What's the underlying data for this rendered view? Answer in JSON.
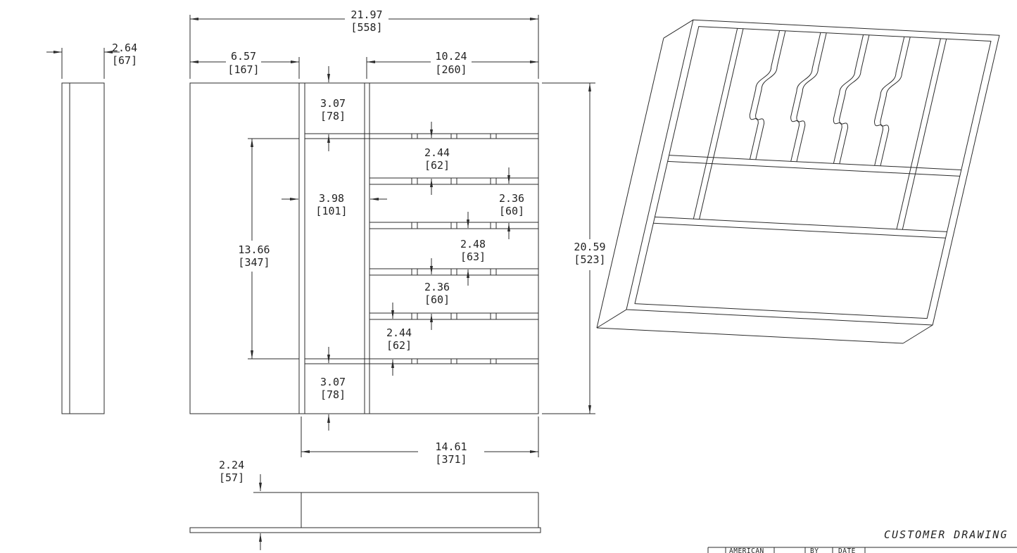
{
  "page": {
    "title": "CUSTOMER DRAWING"
  },
  "title_block": {
    "company": "AMERICAN",
    "by": "BY",
    "date": "DATE"
  },
  "dims": {
    "side_thickness": {
      "in": "2.64",
      "mm": "[67]"
    },
    "overall_width": {
      "in": "21.97",
      "mm": "[558]"
    },
    "left_section": {
      "in": "6.57",
      "mm": "[167]"
    },
    "right_section": {
      "in": "10.24",
      "mm": "[260]"
    },
    "top_margin": {
      "in": "3.07",
      "mm": "[78]"
    },
    "slot1": {
      "in": "2.44",
      "mm": "[62]"
    },
    "center_column": {
      "in": "3.98",
      "mm": "[101]"
    },
    "slot2": {
      "in": "2.36",
      "mm": "[60]"
    },
    "slot3": {
      "in": "2.48",
      "mm": "[63]"
    },
    "slot4": {
      "in": "2.36",
      "mm": "[60]"
    },
    "slot5": {
      "in": "2.44",
      "mm": "[62]"
    },
    "inner_depth": {
      "in": "13.66",
      "mm": "[347]"
    },
    "overall_depth": {
      "in": "20.59",
      "mm": "[523]"
    },
    "bottom_margin": {
      "in": "3.07",
      "mm": "[78]"
    },
    "insert_width": {
      "in": "14.61",
      "mm": "[371]"
    },
    "tray_height": {
      "in": "2.24",
      "mm": "[57]"
    }
  }
}
